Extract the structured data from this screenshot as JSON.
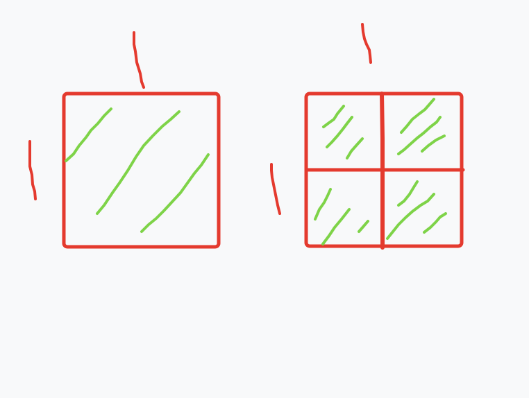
{
  "colors": {
    "background": "#f8f9fa",
    "outline": "#e43a2e",
    "hatching": "#7ed348",
    "tick_marks": "#e43a2e"
  },
  "drawing": {
    "whole_square": {
      "divisions": 1,
      "shaded_parts": 1,
      "label_text": ""
    },
    "quartered_square": {
      "divisions": 4,
      "shaded_parts": 4,
      "label_text": ""
    }
  }
}
